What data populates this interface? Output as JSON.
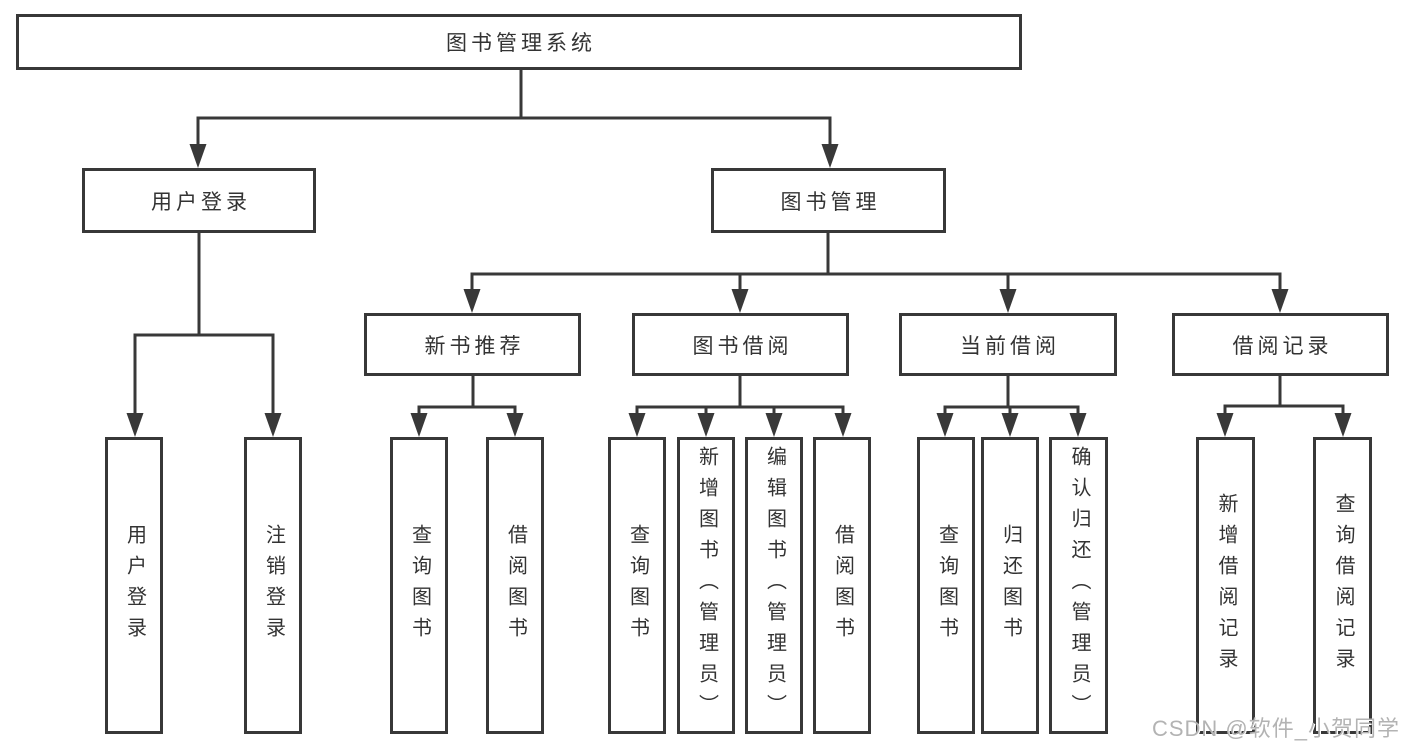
{
  "diagram": {
    "root": "图书管理系统",
    "level2": {
      "user_login": "用户登录",
      "book_management": "图书管理"
    },
    "level3": {
      "new_books": "新书推荐",
      "book_borrow": "图书借阅",
      "current_borrow": "当前借阅",
      "borrow_records": "借阅记录"
    },
    "leaves": {
      "user_login": [
        "用户登录",
        "注销登录"
      ],
      "new_books": [
        "查询图书",
        "借阅图书"
      ],
      "book_borrow": [
        "查询图书",
        "新增图书（管理员）",
        "编辑图书（管理员）",
        "借阅图书"
      ],
      "current_borrow": [
        "查询图书",
        "归还图书",
        "确认归还（管理员）"
      ],
      "borrow_records": [
        "新增借阅记录",
        "查询借阅记录"
      ]
    },
    "watermark": "CSDN @软件_小贺同学",
    "colors": {
      "line": "#383838",
      "text": "#333333",
      "box_background": "#ffffff",
      "watermark": "#b3b3b3"
    }
  }
}
